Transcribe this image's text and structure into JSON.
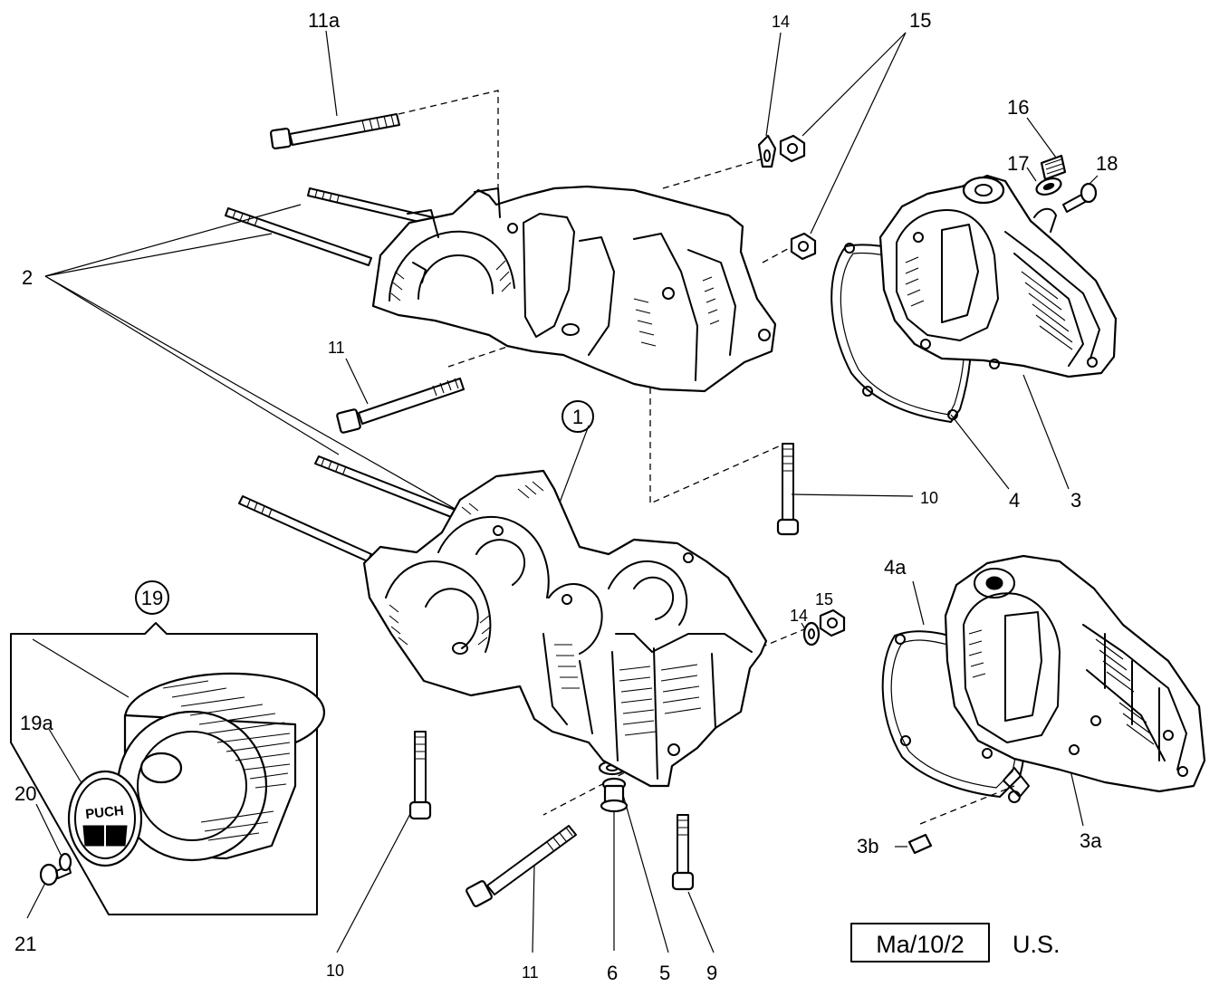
{
  "labels": {
    "l11a": "11a",
    "l14_top": "14",
    "l15_top": "15",
    "l16": "16",
    "l17": "17",
    "l18": "18",
    "l2": "2",
    "l11_top": "11",
    "l1": "1",
    "l10_right": "10",
    "l4": "4",
    "l3": "3",
    "l4a": "4a",
    "l14_mid": "14",
    "l15_mid": "15",
    "l19": "19",
    "l19a": "19a",
    "l20": "20",
    "l21": "21",
    "l3b": "3b",
    "l3a": "3a",
    "l10_bottom": "10",
    "l11_bottom": "11",
    "l6": "6",
    "l5": "5",
    "l9": "9"
  },
  "cover_brand": "PUCH",
  "reference": {
    "code": "Ma/10/2",
    "region": "U.S."
  }
}
